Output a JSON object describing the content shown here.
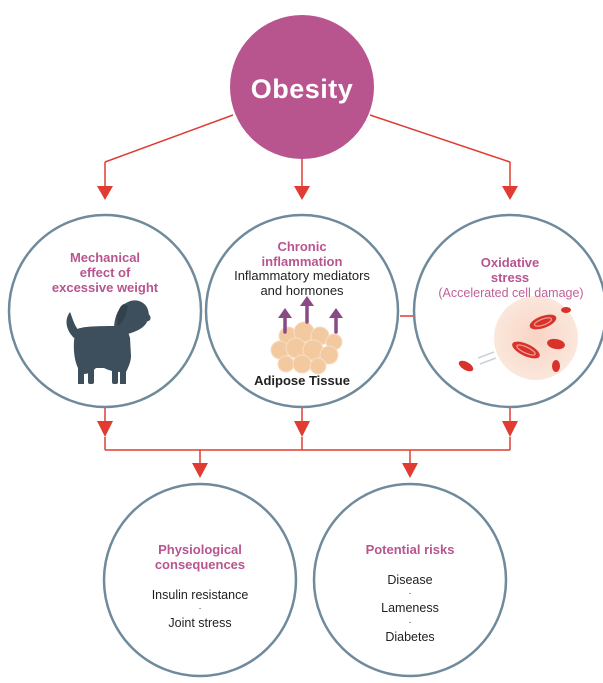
{
  "title": "Obesity",
  "nodes": {
    "mechanical": {
      "title_lines": [
        "Mechanical",
        "effect of",
        "excessive weight"
      ]
    },
    "inflammation": {
      "title_lines": [
        "Chronic",
        "inflammation"
      ],
      "body_lines": [
        "Inflammatory mediators",
        "and hormones"
      ],
      "label": "Adipose Tissue"
    },
    "oxidative": {
      "title_lines": [
        "Oxidative",
        "stress"
      ],
      "subtitle": "(Accelerated cell damage)"
    },
    "physiological": {
      "title_lines": [
        "Physiological",
        "consequences"
      ],
      "items": [
        "Insulin resistance",
        "Joint stress"
      ]
    },
    "risks": {
      "title": "Potential risks",
      "items": [
        "Disease",
        "Lameness",
        "Diabetes"
      ]
    }
  },
  "separator": "·",
  "colors": {
    "magenta": "#b8558f",
    "arrow": "#e03c31",
    "ring": "#6f8a9c",
    "dog": "#3d4f5c",
    "fat": "#f3c9a0",
    "purple_arrow": "#8a4a86",
    "blood_cell": "#d8322b"
  }
}
